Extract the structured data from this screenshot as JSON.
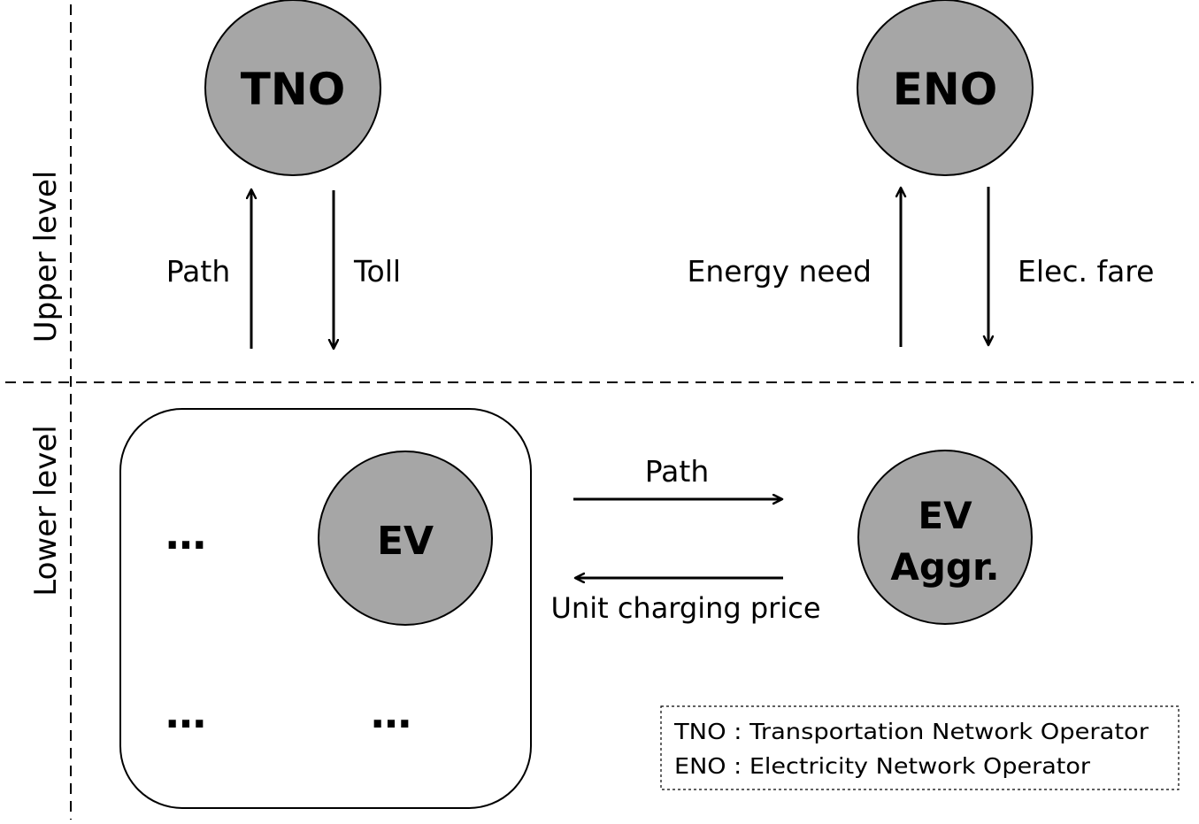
{
  "levels": {
    "upper": "Upper level",
    "lower": "Lower level"
  },
  "nodes": {
    "tno": "TNO",
    "eno": "ENO",
    "ev": "EV",
    "ev_aggr_line1": "EV",
    "ev_aggr_line2": "Aggr."
  },
  "edges": {
    "path_up": "Path",
    "toll": "Toll",
    "energy_need": "Energy need",
    "elec_fare": "Elec. fare",
    "path_right": "Path",
    "unit_charging_price": "Unit charging price"
  },
  "ellipsis": {
    "left_middle": "…",
    "left_bottom": "…",
    "right_bottom": "…"
  },
  "legend": {
    "line1": "TNO : Transportation Network Operator",
    "line2": "ENO : Electricity Network Operator"
  },
  "colors": {
    "node_fill": "#a6a6a6",
    "stroke": "#000000",
    "background": "#ffffff"
  }
}
